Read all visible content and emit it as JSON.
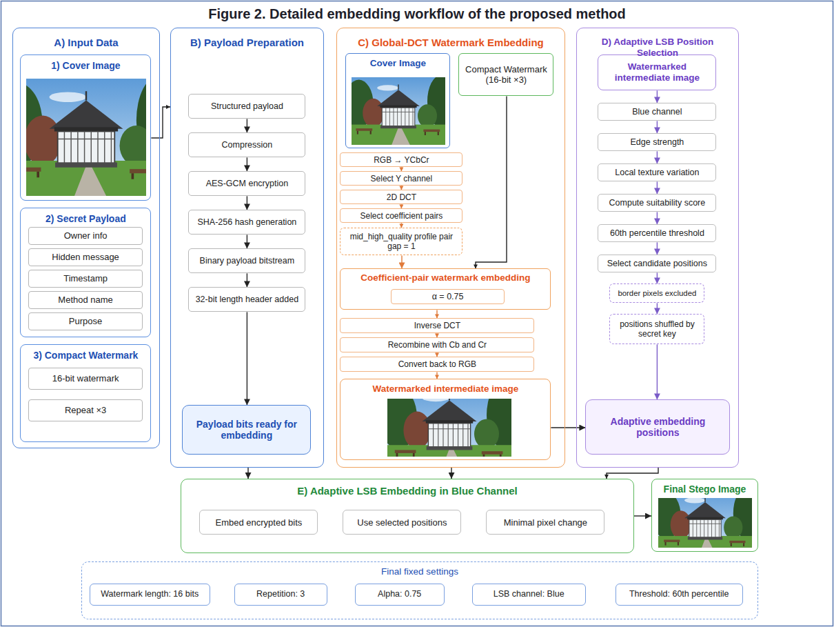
{
  "diagram": {
    "title": "Figure 2. Detailed embedding workflow of the proposed method",
    "nodes": [
      {
        "text": [
          "A) Input Data"
        ]
      },
      {
        "text": [
          "1) Cover Image"
        ],
        "in": 0
      },
      {
        "text": [
          "2) Secret Payload"
        ],
        "in": 0
      },
      {
        "text": [
          "Owner info"
        ],
        "in": 2
      },
      {
        "text": [
          "Hidden message"
        ],
        "in": 2
      },
      {
        "text": [
          "Timestamp"
        ],
        "in": 2
      },
      {
        "text": [
          "Method name"
        ],
        "in": 2
      },
      {
        "text": [
          "Purpose"
        ],
        "in": 2
      },
      {
        "text": [
          "3) Compact Watermark"
        ],
        "in": 0
      },
      {
        "text": [
          "16-bit watermark"
        ],
        "in": 8
      },
      {
        "text": [
          "Repeat ×3"
        ],
        "in": 8
      },
      {
        "text": [
          "B) Payload Preparation"
        ]
      },
      {
        "text": [
          "Structured payload"
        ],
        "in": 11
      },
      {
        "text": [
          "Compression"
        ],
        "in": 11
      },
      {
        "text": [
          "AES-GCM encryption"
        ],
        "in": 11
      },
      {
        "text": [
          "SHA-256 hash generation"
        ],
        "in": 11
      },
      {
        "text": [
          "Binary payload bitstream"
        ],
        "in": 11
      },
      {
        "text": [
          "32-bit length header added"
        ],
        "in": 11
      },
      {
        "text": [
          "Payload bits ready for embedding"
        ],
        "in": 11
      },
      {
        "text": [
          "C) Global-DCT Watermark Embedding"
        ]
      },
      {
        "text": [
          "Cover Image"
        ],
        "in": 19
      },
      {
        "text": [
          "Compact Watermark (16-bit ×3)"
        ],
        "in": 19
      },
      {
        "text": [
          "RGB → YCbCr"
        ],
        "in": 19
      },
      {
        "text": [
          "Select Y channel"
        ],
        "in": 19
      },
      {
        "text": [
          "2D DCT"
        ],
        "in": 19
      },
      {
        "text": [
          "Select coefficient pairs"
        ],
        "in": 19
      },
      {
        "text": [
          "mid_high_quality profile pair gap = 1"
        ],
        "in": 19
      },
      {
        "text": [
          "Coefficient-pair watermark embedding"
        ],
        "in": 19
      },
      {
        "text": [
          "α = 0.75"
        ],
        "in": 27
      },
      {
        "text": [
          "Inverse DCT"
        ],
        "in": 19
      },
      {
        "text": [
          "Recombine with Cb and Cr"
        ],
        "in": 19
      },
      {
        "text": [
          "Convert back to RGB"
        ],
        "in": 19
      },
      {
        "text": [
          "Watermarked intermediate image"
        ],
        "in": 19
      },
      {
        "text": [
          "D) Adaptive LSB Position Selection"
        ]
      },
      {
        "text": [
          "Watermarked intermediate image"
        ],
        "in": 33
      },
      {
        "text": [
          "Blue channel"
        ],
        "in": 33
      },
      {
        "text": [
          "Edge strength"
        ],
        "in": 33
      },
      {
        "text": [
          "Local texture variation"
        ],
        "in": 33
      },
      {
        "text": [
          "Compute suitability score"
        ],
        "in": 33
      },
      {
        "text": [
          "60th percentile threshold"
        ],
        "in": 33
      },
      {
        "text": [
          "Select candidate positions"
        ],
        "in": 33
      },
      {
        "text": [
          "border pixels excluded"
        ],
        "in": 33
      },
      {
        "text": [
          "positions shuffled by secret key"
        ],
        "in": 33
      },
      {
        "text": [
          "Adaptive embedding positions"
        ],
        "in": 33
      },
      {
        "text": [
          "E) Adaptive LSB Embedding in Blue Channel"
        ]
      },
      {
        "text": [
          "Embed encrypted bits"
        ],
        "in": 44
      },
      {
        "text": [
          "Use selected positions"
        ],
        "in": 44
      },
      {
        "text": [
          "Minimal pixel change"
        ],
        "in": 44
      },
      {
        "text": [
          "Final Stego Image"
        ]
      },
      {
        "text": [
          "Final fixed settings"
        ]
      },
      {
        "text": [
          "Watermark length: 16 bits"
        ],
        "in": 49
      },
      {
        "text": [
          "Repetition: 3"
        ],
        "in": 49
      },
      {
        "text": [
          "Alpha: 0.75"
        ],
        "in": 49
      },
      {
        "text": [
          "LSB channel: Blue"
        ],
        "in": 49
      },
      {
        "text": [
          "Threshold: 60th percentile"
        ],
        "in": 49
      }
    ],
    "edges": [
      {
        "from": 1,
        "to": 11,
        "arrow": "to"
      },
      {
        "from": 12,
        "to": 13,
        "arrow": "to"
      },
      {
        "from": 13,
        "to": 14,
        "arrow": "to"
      },
      {
        "from": 14,
        "to": 15,
        "arrow": "to"
      },
      {
        "from": 15,
        "to": 16,
        "arrow": "to"
      },
      {
        "from": 16,
        "to": 17,
        "arrow": "to"
      },
      {
        "from": 17,
        "to": 18,
        "arrow": "to"
      },
      {
        "from": 11,
        "to": 44,
        "arrow": "to"
      },
      {
        "from": 22,
        "to": 23,
        "arrow": "to"
      },
      {
        "from": 23,
        "to": 24,
        "arrow": "to"
      },
      {
        "from": 24,
        "to": 25,
        "arrow": "to"
      },
      {
        "from": 25,
        "to": 26,
        "arrow": "to"
      },
      {
        "from": 26,
        "to": 27,
        "arrow": "to"
      },
      {
        "from": 21,
        "to": 27,
        "arrow": "to"
      },
      {
        "from": 27,
        "to": 29,
        "arrow": "to"
      },
      {
        "from": 29,
        "to": 30,
        "arrow": "to"
      },
      {
        "from": 30,
        "to": 31,
        "arrow": "to"
      },
      {
        "from": 31,
        "to": 32,
        "arrow": "to"
      },
      {
        "from": 19,
        "to": 44,
        "arrow": "to"
      },
      {
        "from": 32,
        "to": 43,
        "arrow": "to"
      },
      {
        "from": 34,
        "to": 35,
        "arrow": "to"
      },
      {
        "from": 35,
        "to": 36,
        "arrow": "to"
      },
      {
        "from": 36,
        "to": 37,
        "arrow": "to"
      },
      {
        "from": 37,
        "to": 38,
        "arrow": "to"
      },
      {
        "from": 38,
        "to": 39,
        "arrow": "to"
      },
      {
        "from": 39,
        "to": 40,
        "arrow": "to"
      },
      {
        "from": 40,
        "to": 41,
        "arrow": "to"
      },
      {
        "from": 41,
        "to": 42,
        "arrow": "to"
      },
      {
        "from": 42,
        "to": 43,
        "arrow": "to"
      },
      {
        "from": 33,
        "to": 44,
        "arrow": "to"
      },
      {
        "from": 44,
        "to": 48,
        "arrow": "to"
      }
    ]
  }
}
